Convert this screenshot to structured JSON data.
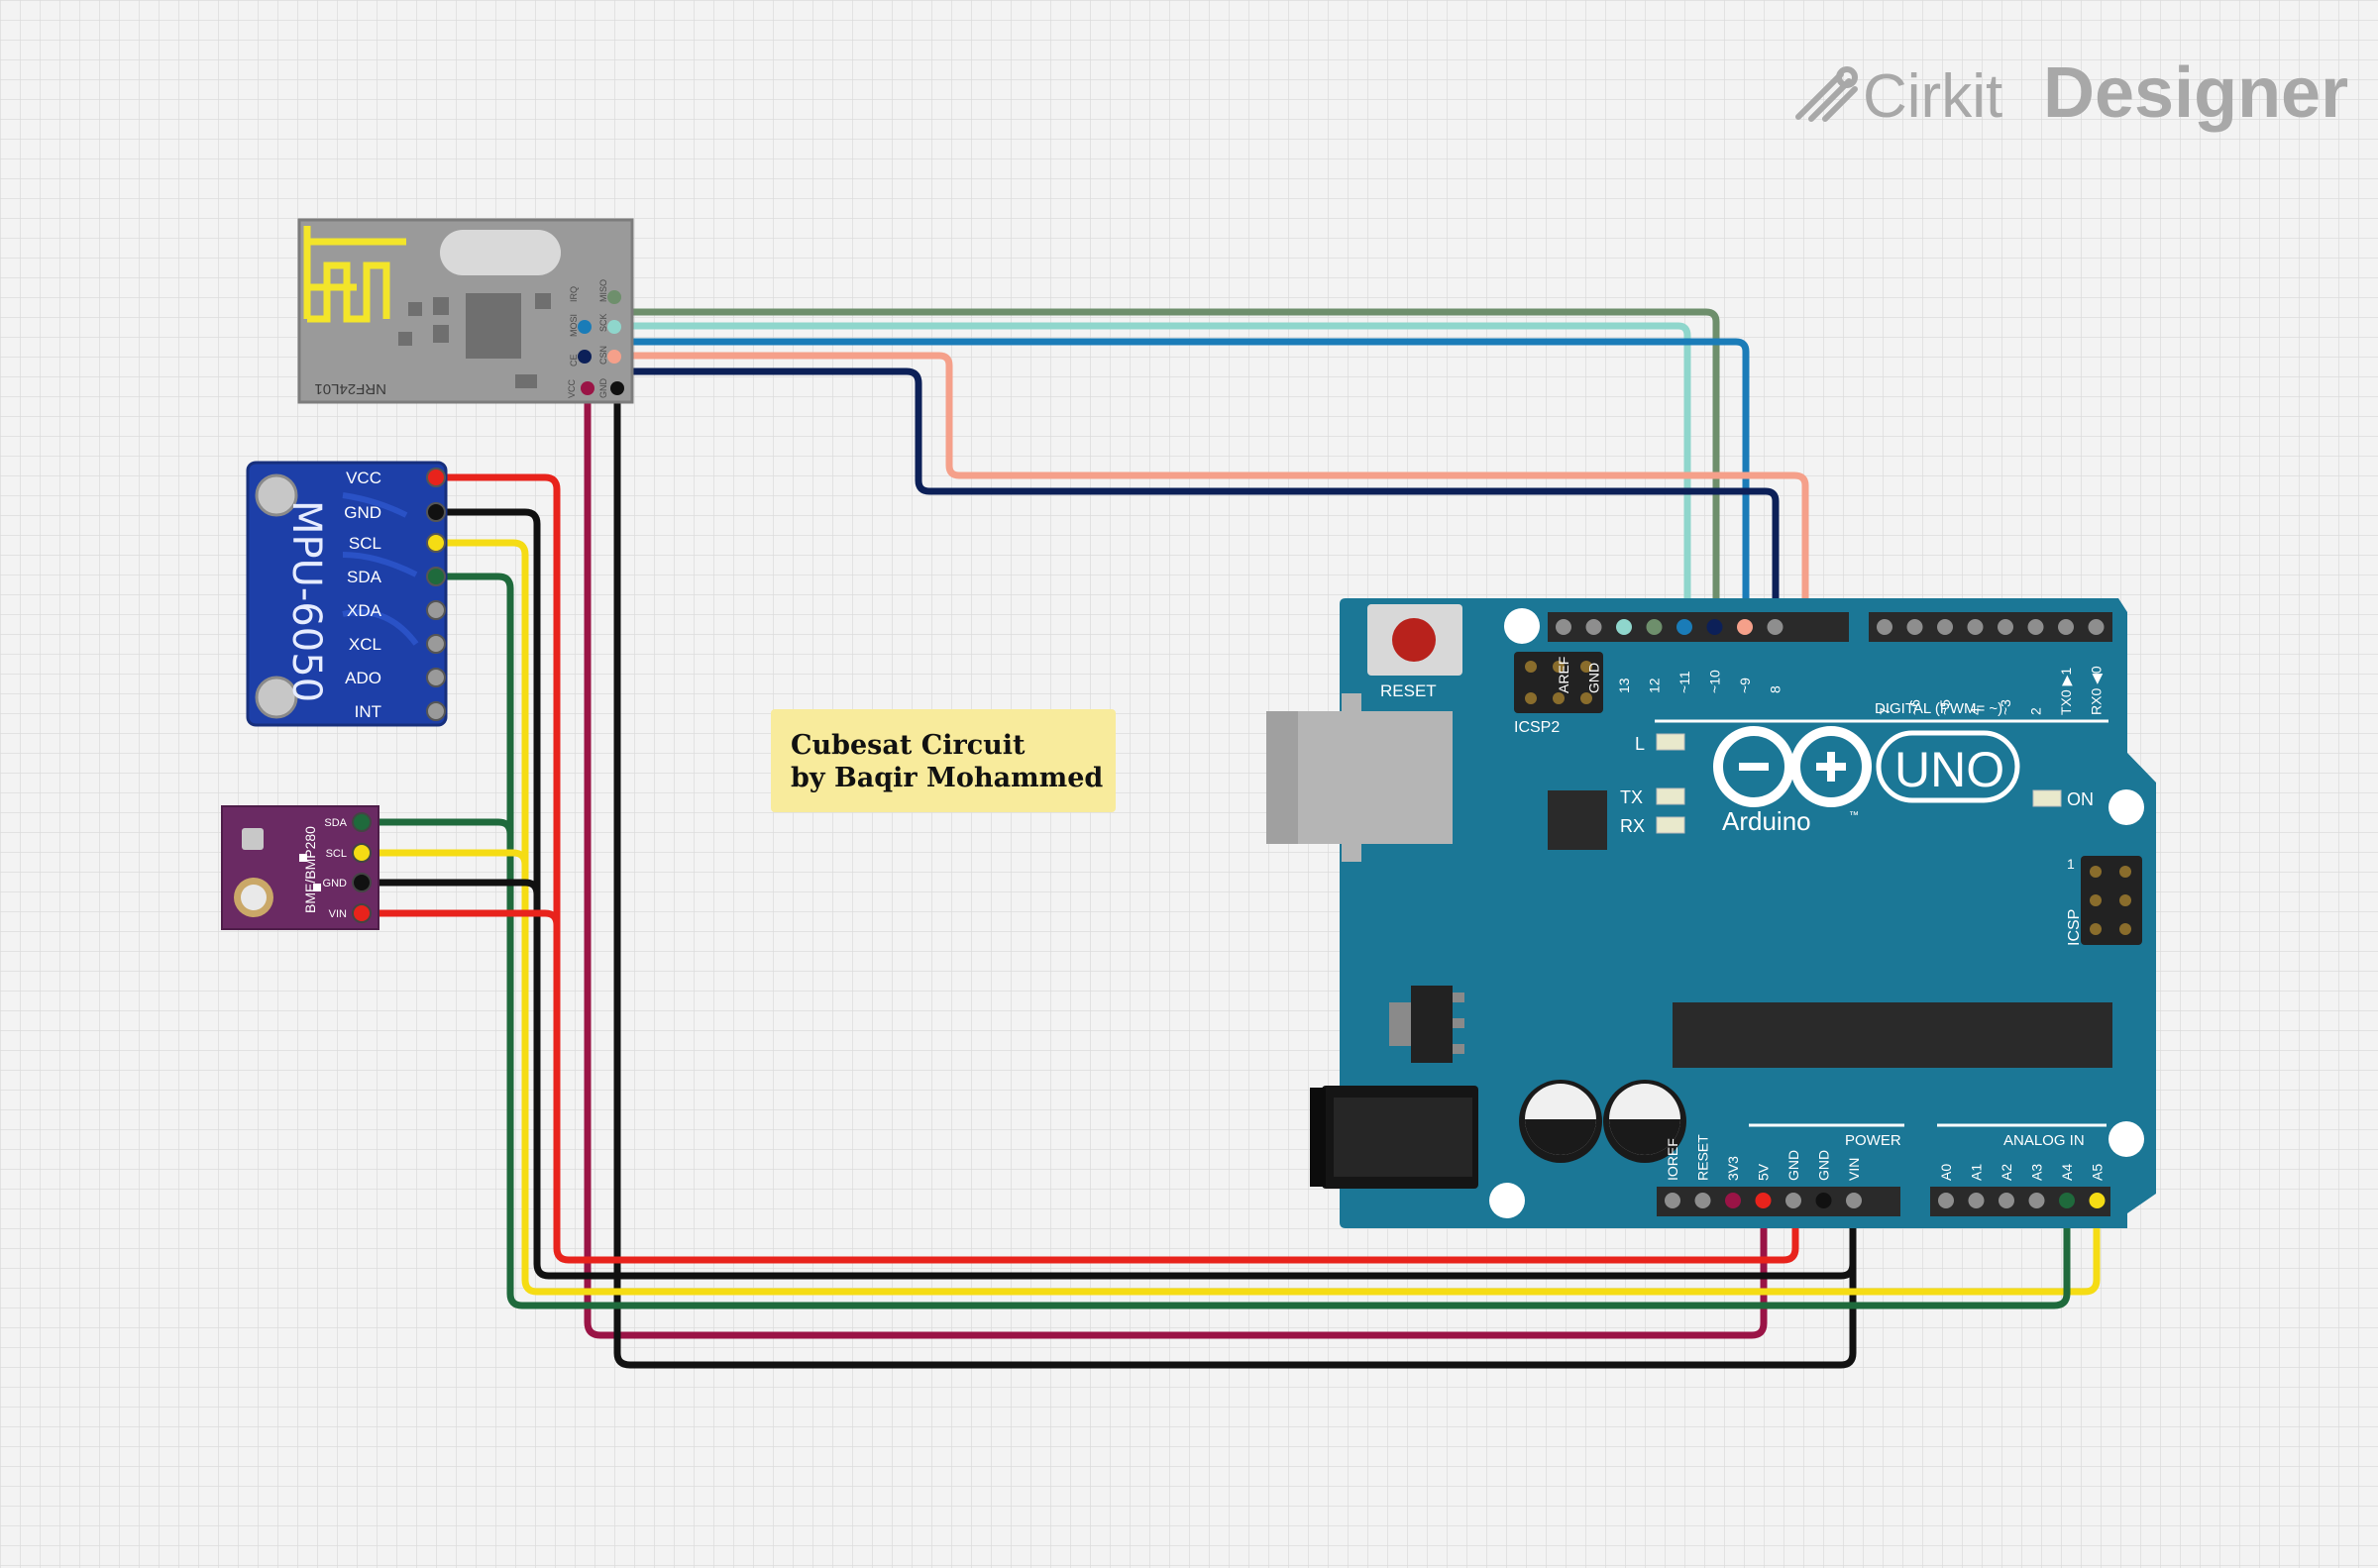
{
  "brand": {
    "name": "Cirkit",
    "product": "Designer"
  },
  "note": {
    "line1": "Cubesat Circuit",
    "line2": "by Baqir Mohammed"
  },
  "nrf": {
    "label": "NRF24L01",
    "pins_left": [
      "IRQ",
      "MOSI",
      "CE"
    ],
    "pins_right": [
      "MISO",
      "SCK",
      "CSN"
    ],
    "pins_bottom": [
      "VCC",
      "GND"
    ]
  },
  "mpu": {
    "label": "MPU-6050",
    "pins": [
      "VCC",
      "GND",
      "SCL",
      "SDA",
      "XDA",
      "XCL",
      "ADO",
      "INT"
    ]
  },
  "bme": {
    "label": "BME/BMP280",
    "pins": [
      "SDA",
      "SCL",
      "GND",
      "VIN"
    ]
  },
  "arduino": {
    "brand": "Arduino",
    "model": "UNO",
    "reset": "RESET",
    "icsp2": "ICSP2",
    "icsp": "ICSP",
    "icsp_pin1": "1",
    "led_l": "L",
    "led_tx": "TX",
    "led_rx": "RX",
    "led_on": "ON",
    "digital_label": "DIGITAL (PWM= ~)",
    "power_label": "POWER",
    "analog_label": "ANALOG IN",
    "digital_pins_a": [
      "AREF",
      "GND",
      "13",
      "12",
      "~11",
      "~10",
      "~9",
      "8"
    ],
    "digital_pins_b": [
      "7",
      "~6",
      "~5",
      "4",
      "~3",
      "2",
      "TX0 ▶1",
      "RX0 ◀0"
    ],
    "power_pins": [
      "IOREF",
      "RESET",
      "3V3",
      "5V",
      "GND",
      "GND",
      "VIN"
    ],
    "analog_pins": [
      "A0",
      "A1",
      "A2",
      "A3",
      "A4",
      "A5"
    ]
  },
  "colors": {
    "grid_bg": "#f3f3f3",
    "grid_line": "#dcdcdc",
    "board": "#1b7796",
    "nrf_body": "#9a9a9a",
    "mpu_body": "#1d3fa8",
    "bme_body": "#6a2a63",
    "wire_red": "#e8231c",
    "wire_black": "#111111",
    "wire_yellow": "#f5dc14",
    "wire_green": "#1f6a3c",
    "wire_maroon": "#9a1446",
    "wire_sage": "#6e8f6c",
    "wire_aqua": "#8fd6cc",
    "wire_blue": "#1a7cb8",
    "wire_salmon": "#f5a08a",
    "wire_navy": "#0c2058"
  }
}
